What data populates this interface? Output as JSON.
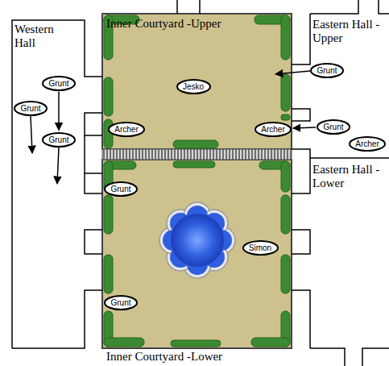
{
  "diagram": {
    "nodes": [
      {
        "text": [
          "Grunt"
        ]
      },
      {
        "text": [
          "Jesko"
        ]
      },
      {
        "text": [
          "Grunt"
        ]
      },
      {
        "text": [
          "Grunt"
        ]
      },
      {
        "text": [
          "Grunt"
        ]
      },
      {
        "text": [
          "Archer"
        ]
      },
      {
        "text": [
          "Archer"
        ]
      },
      {
        "text": [
          "Grunt"
        ]
      },
      {
        "text": [
          "Archer"
        ]
      },
      {
        "text": [
          "Grunt"
        ]
      },
      {
        "text": [
          "Simon"
        ]
      },
      {
        "text": [
          "Grunt"
        ]
      }
    ],
    "edges": [
      {
        "from": 0,
        "to": 4,
        "arrow": "to"
      },
      {
        "from": 7,
        "to": 6,
        "arrow": "to"
      }
    ],
    "labels": [
      "Western Hall",
      "Inner Courtyard -Upper",
      "Eastern Hall - Upper",
      "Eastern Hall - Lower",
      "Inner Courtyard -Lower"
    ]
  }
}
